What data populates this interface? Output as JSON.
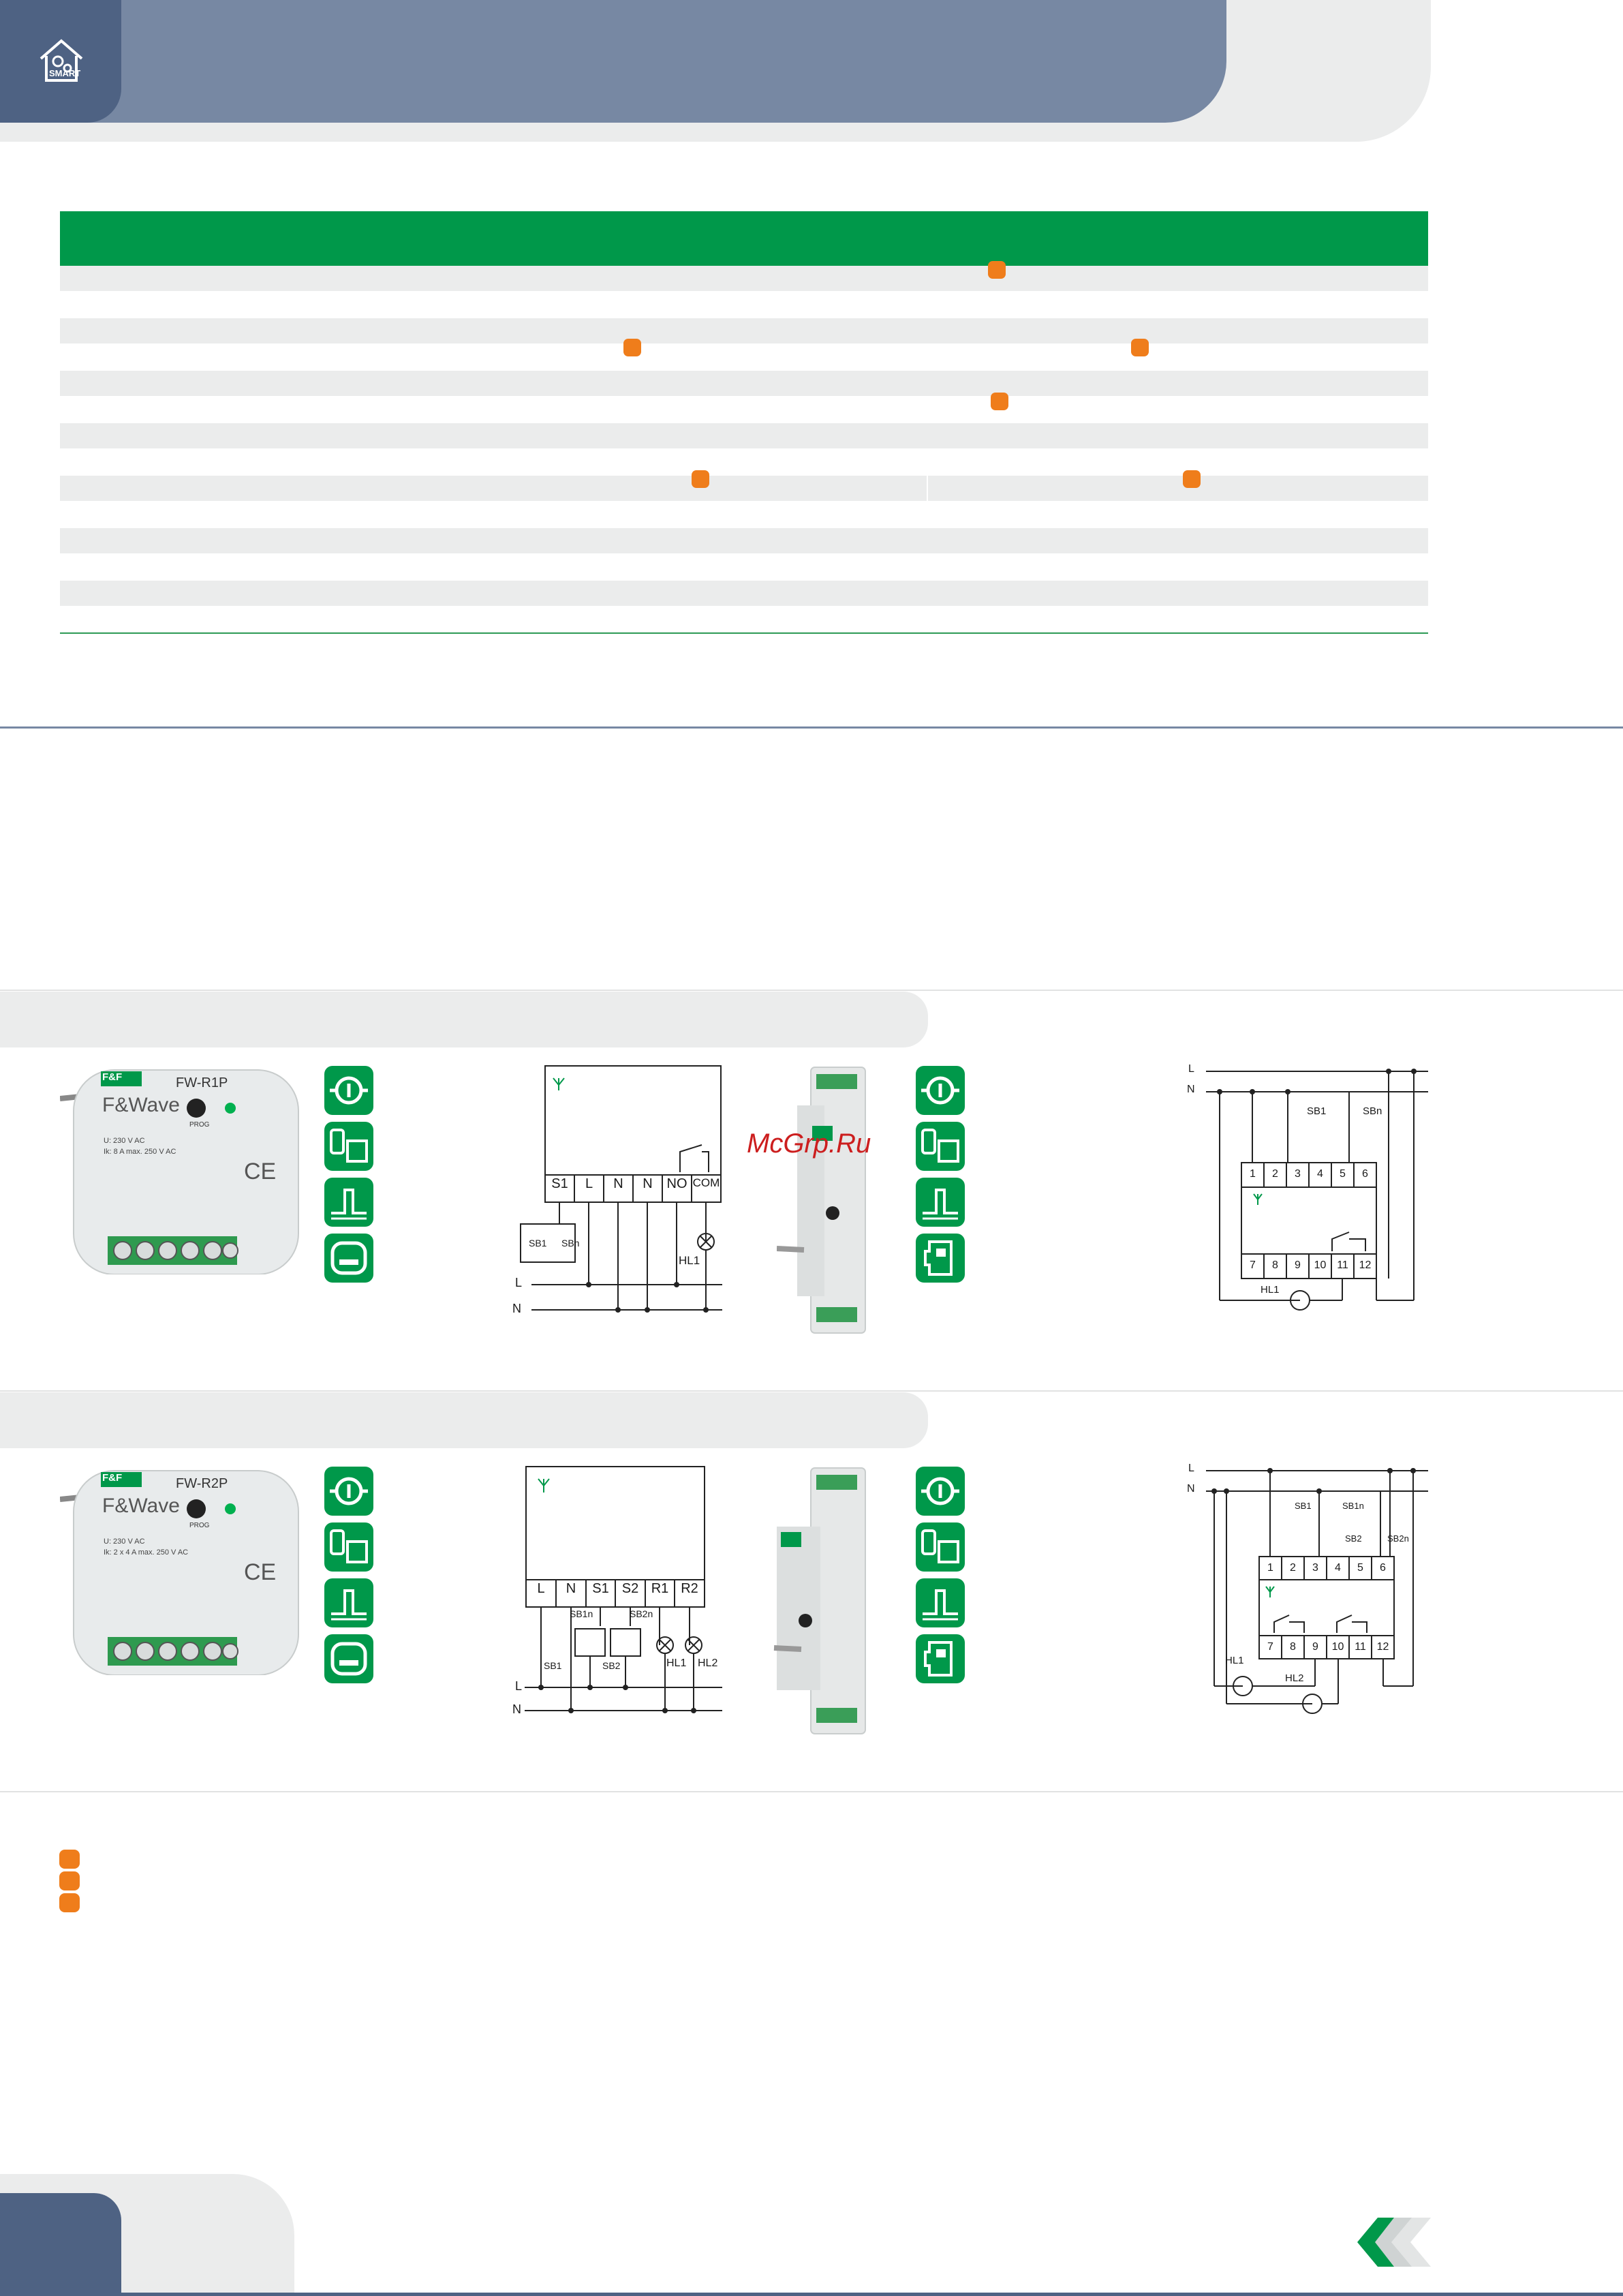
{
  "header": {
    "logo_icon": "smart-home-gear-icon",
    "logo_label": "SMART"
  },
  "colors": {
    "header_blue": "#7788a3",
    "header_dark": "#4e6283",
    "brand_green": "#00984a",
    "marker_orange": "#ef7d1b",
    "stripe_gray": "#ebecec"
  },
  "watermark": "McGrp.Ru",
  "products": [
    {
      "model": "FW-R1P",
      "brand": "F&Wave",
      "brand_logo": "F&F",
      "prog_label": "PROG",
      "spec_line_1": "U: 230 V AC",
      "spec_line_2": "Ik: 8 A max. 250 V AC",
      "terminal_labels": [
        "S1",
        "L",
        "N",
        "N",
        "NO",
        "COM"
      ],
      "bus_L": "L",
      "bus_N": "N",
      "switch_labels": [
        "SB1",
        "SBn"
      ],
      "lamp_labels": [
        "HL1"
      ],
      "din_terminals_top": [
        "1",
        "2",
        "3",
        "4",
        "5",
        "6"
      ],
      "din_terminals_bottom": [
        "7",
        "8",
        "9",
        "10",
        "11",
        "12"
      ],
      "din_switch_labels": [
        "SB1",
        "SBn"
      ],
      "din_lamp_labels": [
        "HL1"
      ]
    },
    {
      "model": "FW-R2P",
      "brand": "F&Wave",
      "brand_logo": "F&F",
      "prog_label": "PROG",
      "spec_line_1": "U: 230 V AC",
      "spec_line_2": "Ik: 2 x 4 A max. 250 V AC",
      "terminal_labels": [
        "L",
        "N",
        "S1",
        "S2",
        "R1",
        "R2"
      ],
      "bus_L": "L",
      "bus_N": "N",
      "switch_labels": [
        "SB1n",
        "SB2n",
        "SB1",
        "SB2"
      ],
      "lamp_labels": [
        "HL1",
        "HL2"
      ],
      "din_terminals_top": [
        "1",
        "2",
        "3",
        "4",
        "5",
        "6"
      ],
      "din_terminals_bottom": [
        "7",
        "8",
        "9",
        "10",
        "11",
        "12"
      ],
      "din_switch_labels": [
        "SB1",
        "SB1n",
        "SB2",
        "SB2n"
      ],
      "din_lamp_labels": [
        "HL1",
        "HL2"
      ]
    }
  ],
  "function_icons_flush": [
    "on-off-icon",
    "remote-control-icon",
    "impulse-signal-icon",
    "flush-box-mount-icon"
  ],
  "function_icons_din": [
    "on-off-icon",
    "remote-control-icon",
    "impulse-signal-icon",
    "din-rail-mount-icon"
  ],
  "footer": {
    "nav_icon": "chevron-back-icon"
  }
}
